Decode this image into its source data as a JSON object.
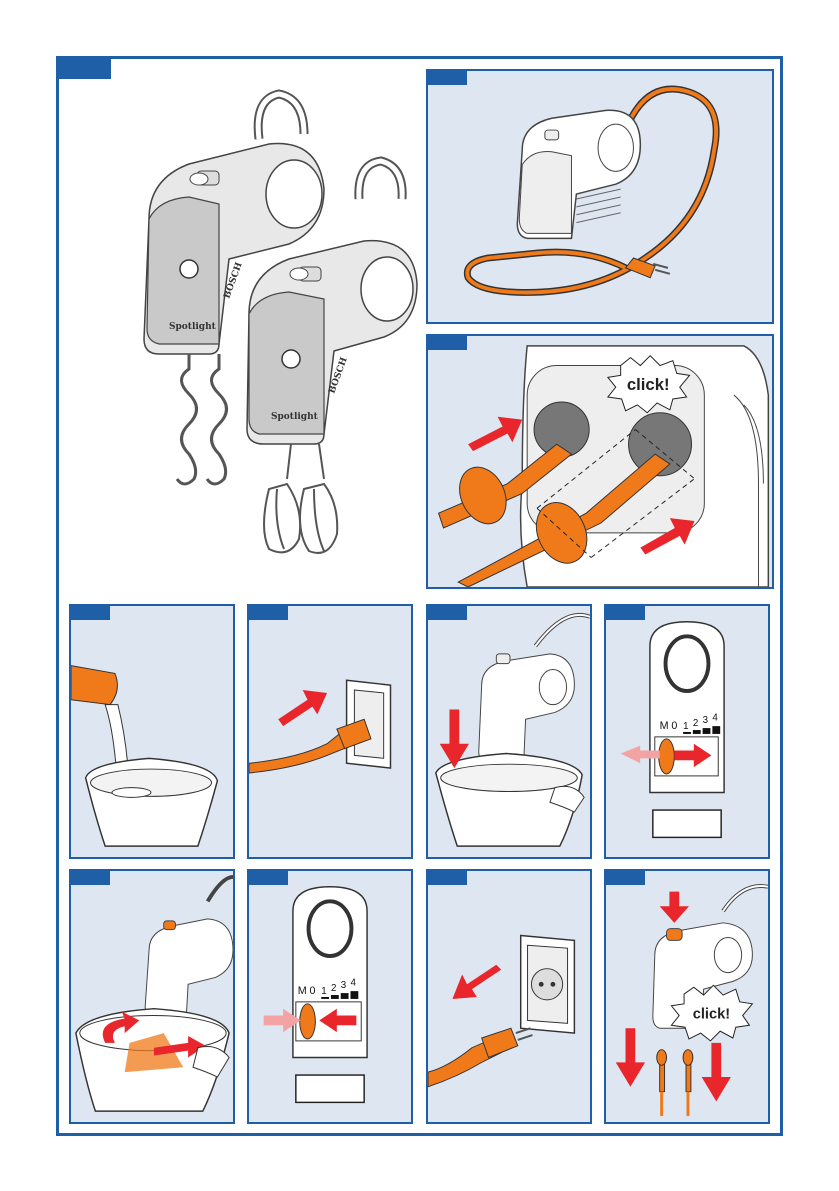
{
  "hero": {
    "brand_left": "BOSCH",
    "brand_right": "BOSCH",
    "model_left": "Spotlight",
    "model_right": "Spotlight"
  },
  "attach": {
    "click_label": "click!"
  },
  "speed_panel_a": {
    "scale": [
      "M",
      "0",
      "1",
      "2",
      "3",
      "4"
    ]
  },
  "speed_panel_b": {
    "scale": [
      "M",
      "0",
      "1",
      "2",
      "3",
      "4"
    ]
  },
  "release": {
    "click_label": "click!"
  },
  "colors": {
    "frame": "#1f5fa8",
    "panel_bg": "#dde6f1",
    "accent_orange": "#f07a1a",
    "arrow_red": "#e8262b"
  }
}
